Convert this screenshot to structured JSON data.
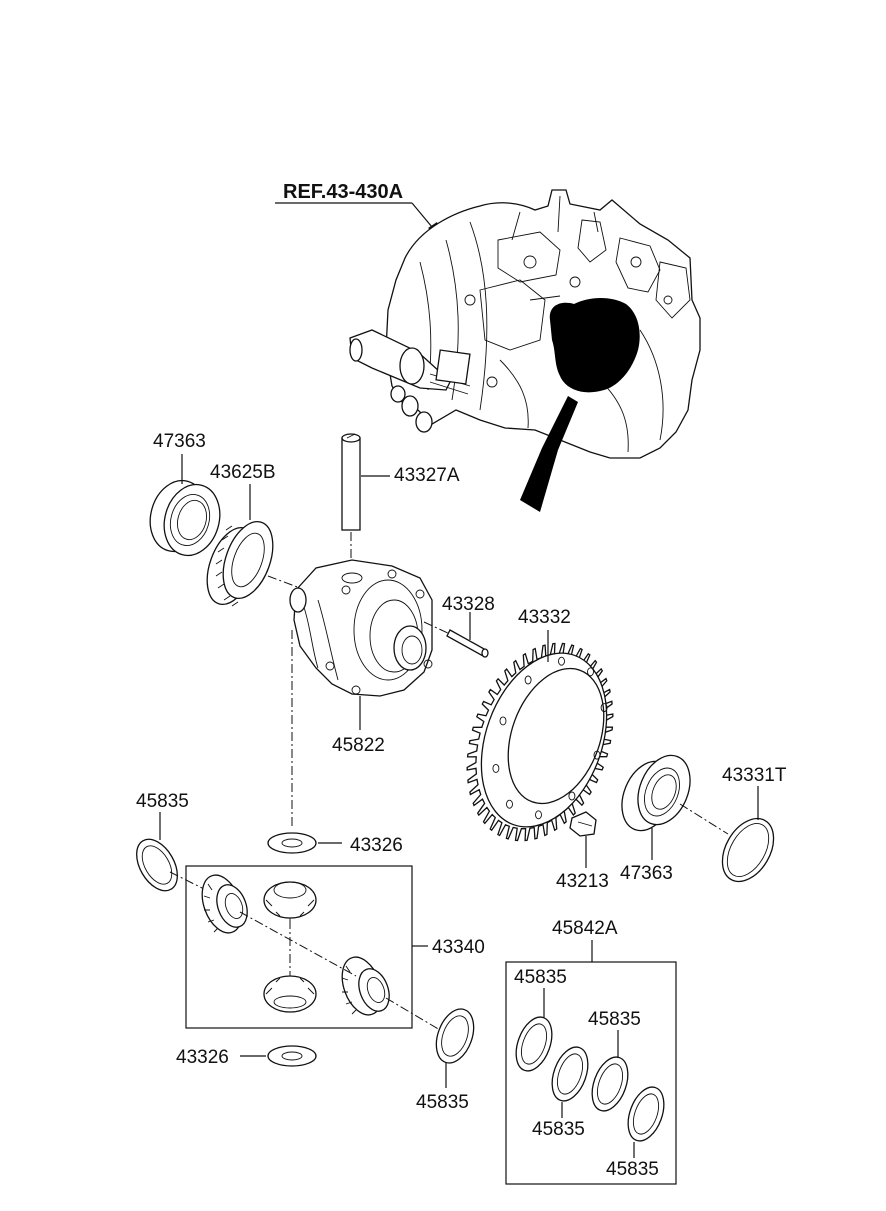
{
  "ref_label": "REF.43-430A",
  "callouts": {
    "bearing_left": "47363",
    "speedometer_gear": "43625B",
    "pinion_shaft": "43327A",
    "lock_pin": "43328",
    "final_gear": "43332",
    "diff_case": "45822",
    "shim_top_left": "45835",
    "washer_upper": "43326",
    "gear_set": "43340",
    "bolt": "43213",
    "bearing_right": "47363",
    "snap_ring": "43331T",
    "shim_kit": "45842A",
    "washer_lower": "43326",
    "shim_bottom": "45835",
    "kit_shim_1": "45835",
    "kit_shim_2": "45835",
    "kit_shim_3": "45835",
    "kit_shim_4": "45835"
  }
}
